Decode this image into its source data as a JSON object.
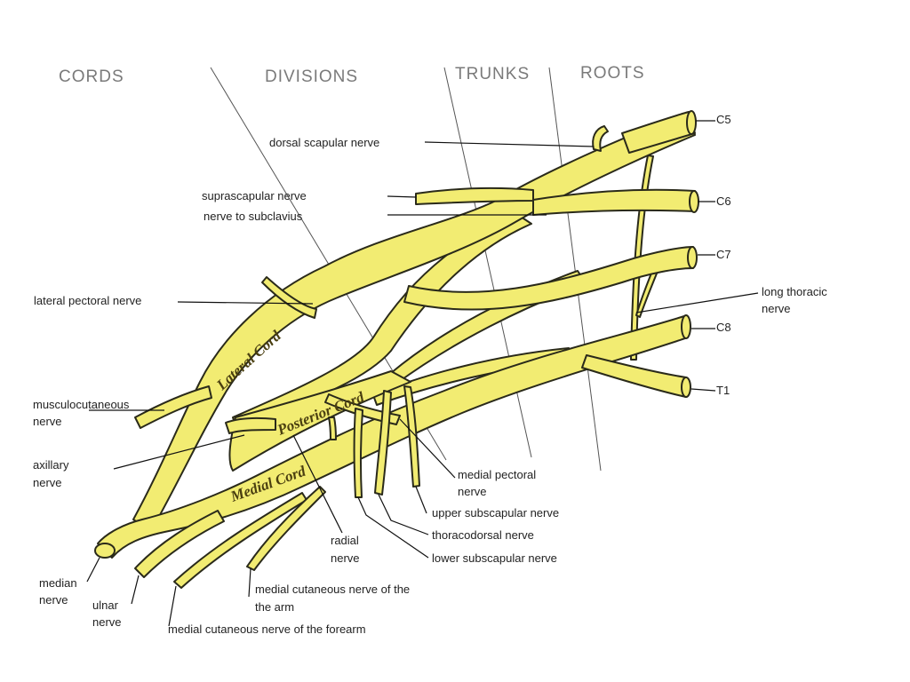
{
  "headers": {
    "cords": "CORDS",
    "divisions": "DIVISIONS",
    "trunks": "TRUNKS",
    "roots": "ROOTS"
  },
  "roots": [
    "C5",
    "C6",
    "C7",
    "C8",
    "T1"
  ],
  "cord_names": {
    "lateral": "Lateral Cord",
    "posterior": "Posterior Cord",
    "medial": "Medial Cord"
  },
  "labels": {
    "dorsal_scapular": "dorsal scapular nerve",
    "suprascapular": "suprascapular nerve",
    "subclavius": "nerve to subclavius",
    "lateral_pectoral": "lateral pectoral nerve",
    "long_thoracic_1": "long thoracic",
    "long_thoracic_2": "nerve",
    "musculocutaneous_1": "musculocutaneous",
    "musculocutaneous_2": "nerve",
    "axillary_1": "axillary",
    "axillary_2": "nerve",
    "medial_pectoral_1": "medial pectoral",
    "medial_pectoral_2": "nerve",
    "upper_subscapular": "upper subscapular nerve",
    "thoracodorsal": "thoracodorsal nerve",
    "lower_subscapular": "lower subscapular nerve",
    "radial_1": "radial",
    "radial_2": "nerve",
    "median_1": "median",
    "median_2": "nerve",
    "ulnar_1": "ulnar",
    "ulnar_2": "nerve",
    "med_cut_arm_1": "medial cutaneous nerve of the",
    "med_cut_arm_2": "the arm",
    "med_cut_forearm": "medial cutaneous nerve of the forearm"
  },
  "colors": {
    "nerve_fill": "#f2ec72",
    "nerve_outline": "#2a2a1a",
    "header_text": "#7a7a7a"
  }
}
